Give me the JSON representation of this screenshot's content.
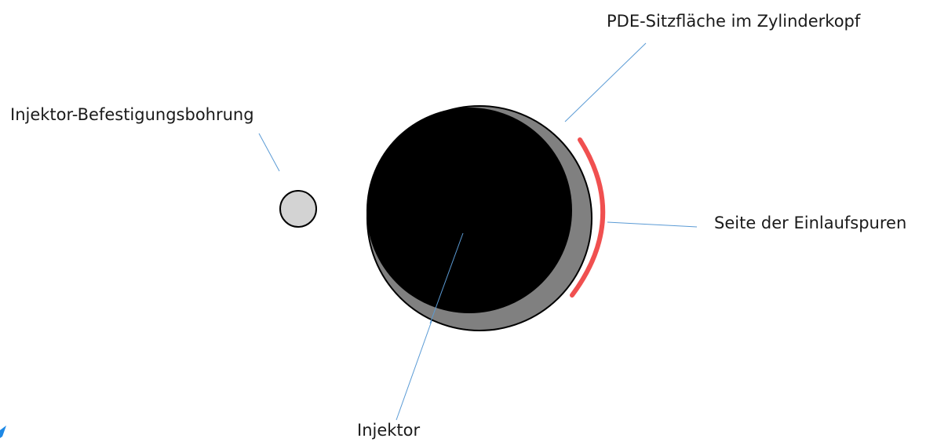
{
  "labels": {
    "seat_surface": "PDE-Sitzfläche im Zylinderkopf",
    "mounting_hole": "Injektor-Befestigungsbohrung",
    "wear_side": "Seite der Einlaufspuren",
    "injector": "Injektor"
  },
  "colors": {
    "seat_ring": "#808080",
    "injector_body": "#000000",
    "hole_fill": "#d3d3d3",
    "wear_mark": "#f05050",
    "leader_line": "#5b9bd5",
    "corner_accent": "#1e88e5"
  },
  "icons": {
    "corner": "corner-accent-icon"
  }
}
